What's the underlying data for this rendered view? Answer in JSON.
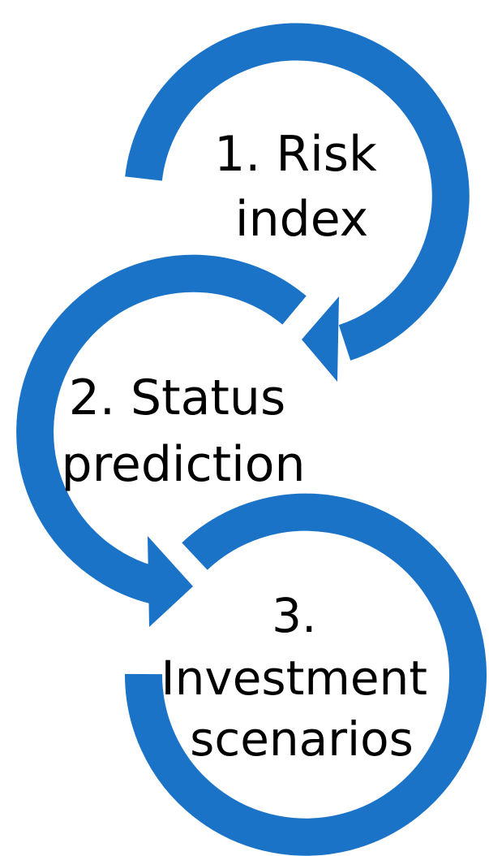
{
  "colors": {
    "arrow": "#1B73C8",
    "text": "#000000",
    "background": "#FFFFFF"
  },
  "steps": [
    {
      "line1": "1. Risk",
      "line2": "index"
    },
    {
      "line1": "2. Status",
      "line2": "prediction"
    },
    {
      "line1": "3.",
      "line2": "Investment",
      "line3": "scenarios"
    }
  ]
}
